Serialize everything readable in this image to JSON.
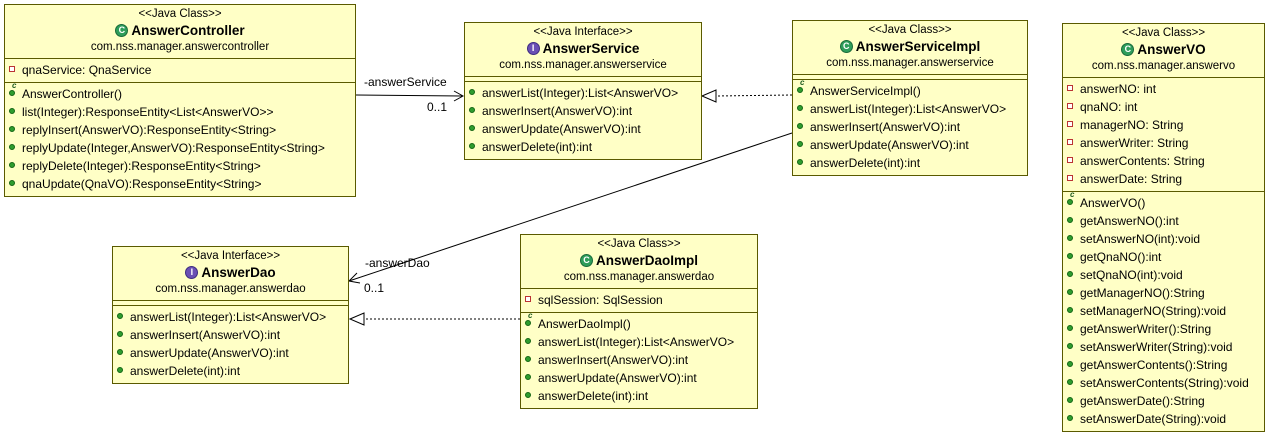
{
  "classes": {
    "answer_controller": {
      "stereotype": "<<Java Class>>",
      "name": "AnswerController",
      "package": "com.nss.manager.answercontroller",
      "kind_badge": "C",
      "fields": [
        "qnaService: QnaService"
      ],
      "constructors": [
        "AnswerController()"
      ],
      "methods": [
        "list(Integer):ResponseEntity<List<AnswerVO>>",
        "replyInsert(AnswerVO):ResponseEntity<String>",
        "replyUpdate(Integer,AnswerVO):ResponseEntity<String>",
        "replyDelete(Integer):ResponseEntity<String>",
        "qnaUpdate(QnaVO):ResponseEntity<String>"
      ]
    },
    "answer_service": {
      "stereotype": "<<Java Interface>>",
      "name": "AnswerService",
      "package": "com.nss.manager.answerservice",
      "kind_badge": "I",
      "methods": [
        "answerList(Integer):List<AnswerVO>",
        "answerInsert(AnswerVO):int",
        "answerUpdate(AnswerVO):int",
        "answerDelete(int):int"
      ]
    },
    "answer_service_impl": {
      "stereotype": "<<Java Class>>",
      "name": "AnswerServiceImpl",
      "package": "com.nss.manager.answerservice",
      "kind_badge": "C",
      "constructors": [
        "AnswerServiceImpl()"
      ],
      "methods": [
        "answerList(Integer):List<AnswerVO>",
        "answerInsert(AnswerVO):int",
        "answerUpdate(AnswerVO):int",
        "answerDelete(int):int"
      ]
    },
    "answer_vo": {
      "stereotype": "<<Java Class>>",
      "name": "AnswerVO",
      "package": "com.nss.manager.answervo",
      "kind_badge": "C",
      "fields": [
        "answerNO: int",
        "qnaNO: int",
        "managerNO: String",
        "answerWriter: String",
        "answerContents: String",
        "answerDate: String"
      ],
      "constructors": [
        "AnswerVO()"
      ],
      "methods": [
        "getAnswerNO():int",
        "setAnswerNO(int):void",
        "getQnaNO():int",
        "setQnaNO(int):void",
        "getManagerNO():String",
        "setManagerNO(String):void",
        "getAnswerWriter():String",
        "setAnswerWriter(String):void",
        "getAnswerContents():String",
        "setAnswerContents(String):void",
        "getAnswerDate():String",
        "setAnswerDate(String):void"
      ]
    },
    "answer_dao": {
      "stereotype": "<<Java Interface>>",
      "name": "AnswerDao",
      "package": "com.nss.manager.answerdao",
      "kind_badge": "I",
      "methods": [
        "answerList(Integer):List<AnswerVO>",
        "answerInsert(AnswerVO):int",
        "answerUpdate(AnswerVO):int",
        "answerDelete(int):int"
      ]
    },
    "answer_dao_impl": {
      "stereotype": "<<Java Class>>",
      "name": "AnswerDaoImpl",
      "package": "com.nss.manager.answerdao",
      "kind_badge": "C",
      "fields": [
        "sqlSession: SqlSession"
      ],
      "constructors": [
        "AnswerDaoImpl()"
      ],
      "methods": [
        "answerList(Integer):List<AnswerVO>",
        "answerInsert(AnswerVO):int",
        "answerUpdate(AnswerVO):int",
        "answerDelete(int):int"
      ]
    }
  },
  "links": {
    "controller_to_service": {
      "role": "-answerService",
      "multiplicity": "0..1"
    },
    "service_impl_to_dao": {
      "role": "-answerDao",
      "multiplicity": "0..1"
    }
  },
  "colors": {
    "class_fill": "#ffffc6",
    "class_border": "#5a5a00",
    "method_icon": "#2e9d2e",
    "field_icon": "#b33333"
  }
}
